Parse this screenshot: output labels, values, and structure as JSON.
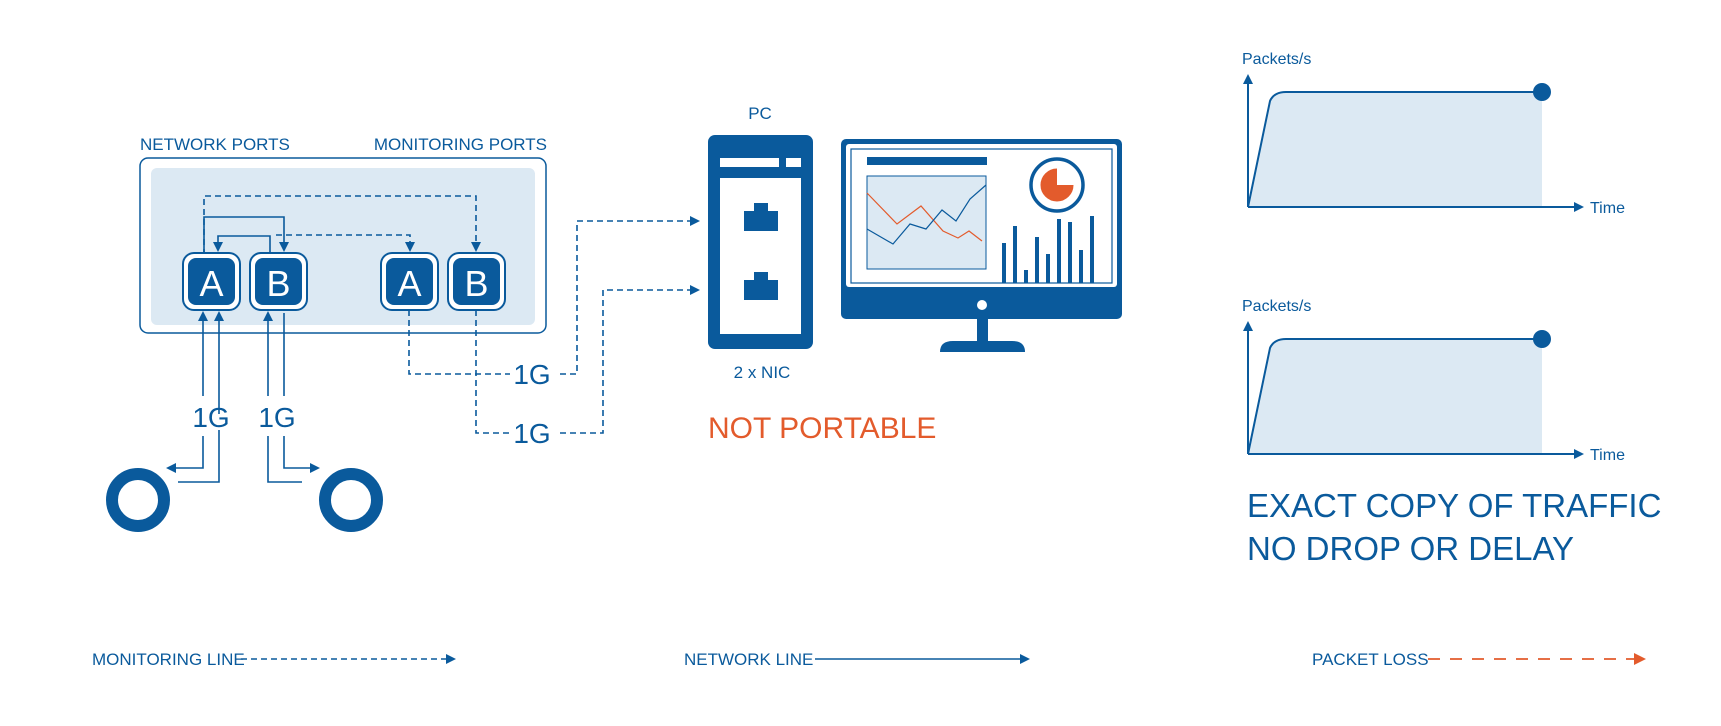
{
  "colors": {
    "primary": "#0a5a9c",
    "light_fill": "#dce9f3",
    "accent_orange": "#e35b2c",
    "white": "#ffffff"
  },
  "tap": {
    "network_ports_label": "NETWORK PORTS",
    "monitoring_ports_label": "MONITORING PORTS",
    "ports": [
      "A",
      "B",
      "A",
      "B"
    ]
  },
  "links": {
    "network_speed_a": "1G",
    "network_speed_b": "1G",
    "monitor_speed_a": "1G",
    "monitor_speed_b": "1G"
  },
  "pc": {
    "title": "PC",
    "nic_label": "2 x NIC",
    "status": "NOT PORTABLE"
  },
  "graphs": [
    {
      "ylabel": "Packets/s",
      "xlabel": "Time"
    },
    {
      "ylabel": "Packets/s",
      "xlabel": "Time"
    }
  ],
  "result": {
    "line1": "EXACT COPY OF TRAFFIC",
    "line2": "NO DROP OR DELAY"
  },
  "legend": {
    "monitoring": "MONITORING LINE",
    "network": "NETWORK LINE",
    "packet_loss": "PACKET LOSS"
  }
}
